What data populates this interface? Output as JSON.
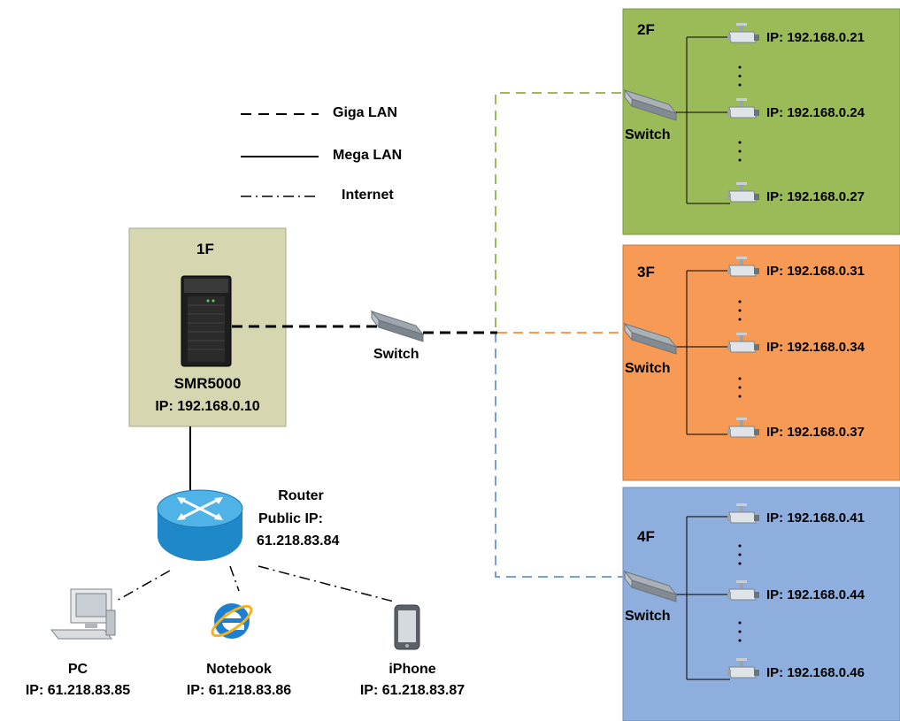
{
  "legend": [
    {
      "label": "Giga LAN",
      "style": "dashed"
    },
    {
      "label": "Mega LAN",
      "style": "solid"
    },
    {
      "label": "Internet",
      "style": "dash-dot"
    }
  ],
  "server": {
    "floor": "1F",
    "name": "SMR5000",
    "ip": "IP: 192.168.0.10",
    "color": "#d6d7b1"
  },
  "main_switch": {
    "label": "Switch"
  },
  "router": {
    "line1": "Router",
    "line2": "Public IP:",
    "line3": "61.218.83.84"
  },
  "clients": [
    {
      "name": "PC",
      "ip": "IP: 61.218.83.85"
    },
    {
      "name": "Notebook",
      "ip": "IP: 61.218.83.86"
    },
    {
      "name": "iPhone",
      "ip": "IP: 61.218.83.87"
    }
  ],
  "floors": [
    {
      "floor": "2F",
      "color": "#9bbb59",
      "switch": "Switch",
      "cameras": [
        "IP: 192.168.0.21",
        "IP: 192.168.0.24",
        "IP: 192.168.0.27"
      ],
      "link_color": "#9bbb59"
    },
    {
      "floor": "3F",
      "color": "#f79a55",
      "switch": "Switch",
      "cameras": [
        "IP: 192.168.0.31",
        "IP: 192.168.0.34",
        "IP: 192.168.0.37"
      ],
      "link_color": "#f79a55"
    },
    {
      "floor": "4F",
      "color": "#8eaedd",
      "switch": "Switch",
      "cameras": [
        "IP: 192.168.0.41",
        "IP: 192.168.0.44",
        "IP: 192.168.0.46"
      ],
      "link_color": "#7aa0d8"
    }
  ]
}
